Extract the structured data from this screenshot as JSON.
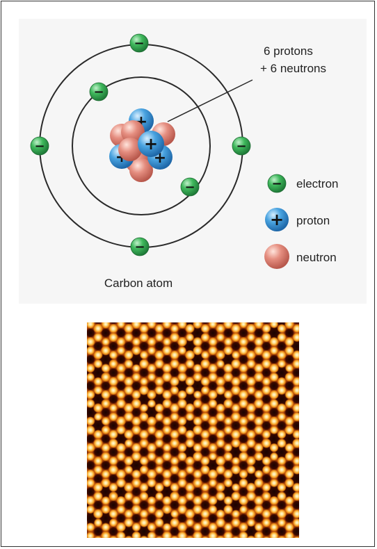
{
  "diagram": {
    "nucleus_label_line1": "6 protons",
    "nucleus_label_line2": "+ 6 neutrons",
    "caption": "Carbon atom",
    "legend": [
      {
        "label": "electron",
        "symbol": "electron"
      },
      {
        "label": "proton",
        "symbol": "proton"
      },
      {
        "label": "neutron",
        "symbol": "neutron"
      }
    ],
    "electron_sign": "−",
    "proton_sign": "+",
    "colors": {
      "electron": "#2e9a4a",
      "proton": "#2f86c9",
      "neutron": "#d9776a",
      "orbit": "#2a2a2a",
      "panel_background": "#f6f6f6"
    }
  },
  "stm_image": {
    "colors": {
      "background": "#b24b0a",
      "hole": "#2a0500",
      "atom_core": "#fff3c8",
      "atom_glow": "#f6a21c"
    }
  }
}
